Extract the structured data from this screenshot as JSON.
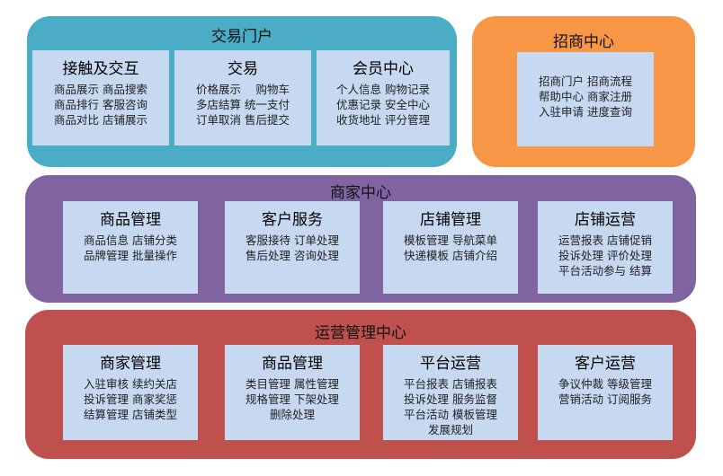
{
  "portal": {
    "title": "交易门户",
    "boxes": [
      {
        "title": "接触及交互",
        "lines": [
          "商品展示 商品搜索",
          "商品排行 客服咨询",
          "商品对比 店铺展示"
        ]
      },
      {
        "title": "交易",
        "lines": [
          "价格展示　 购物车",
          "多店结算 统一支付",
          "订单取消 售后提交"
        ]
      },
      {
        "title": "会员中心",
        "lines": [
          "个人信息 购物记录",
          "优惠记录 安全中心",
          "收货地址 评分管理"
        ]
      }
    ]
  },
  "invest": {
    "title": "招商中心",
    "box": {
      "lines": [
        "招商门户 招商流程",
        "帮助中心 商家注册",
        "入驻申请 进度查询"
      ]
    }
  },
  "merchant": {
    "title": "商家中心",
    "boxes": [
      {
        "title": "商品管理",
        "lines": [
          "商品信息 店铺分类",
          "品牌管理 批量操作"
        ]
      },
      {
        "title": "客户服务",
        "lines": [
          "客服接待 订单处理",
          "售后处理 咨询处理"
        ]
      },
      {
        "title": "店铺管理",
        "lines": [
          "模板管理 导航菜单",
          "快递模板 店铺介绍"
        ]
      },
      {
        "title": "店铺运营",
        "lines": [
          "运营报表 店铺促销",
          "投诉处理 评价处理",
          "平台活动参与 结算"
        ]
      }
    ]
  },
  "ops": {
    "title": "运营管理中心",
    "boxes": [
      {
        "title": "商家管理",
        "lines": [
          "入驻审核 续约关店",
          "投诉管理 商家奖惩",
          "结算管理 店铺类型"
        ]
      },
      {
        "title": "商品管理",
        "lines": [
          "类目管理 属性管理",
          "规格管理 下架处理",
          "删除处理"
        ]
      },
      {
        "title": "平台运营",
        "lines": [
          "平台报表 店铺报表",
          "投诉处理 服务监督",
          "平台活动 模板管理",
          "发展规划"
        ]
      },
      {
        "title": "客户运营",
        "lines": [
          "争议仲裁 等级管理",
          "营销活动 订阅服务"
        ]
      }
    ]
  }
}
